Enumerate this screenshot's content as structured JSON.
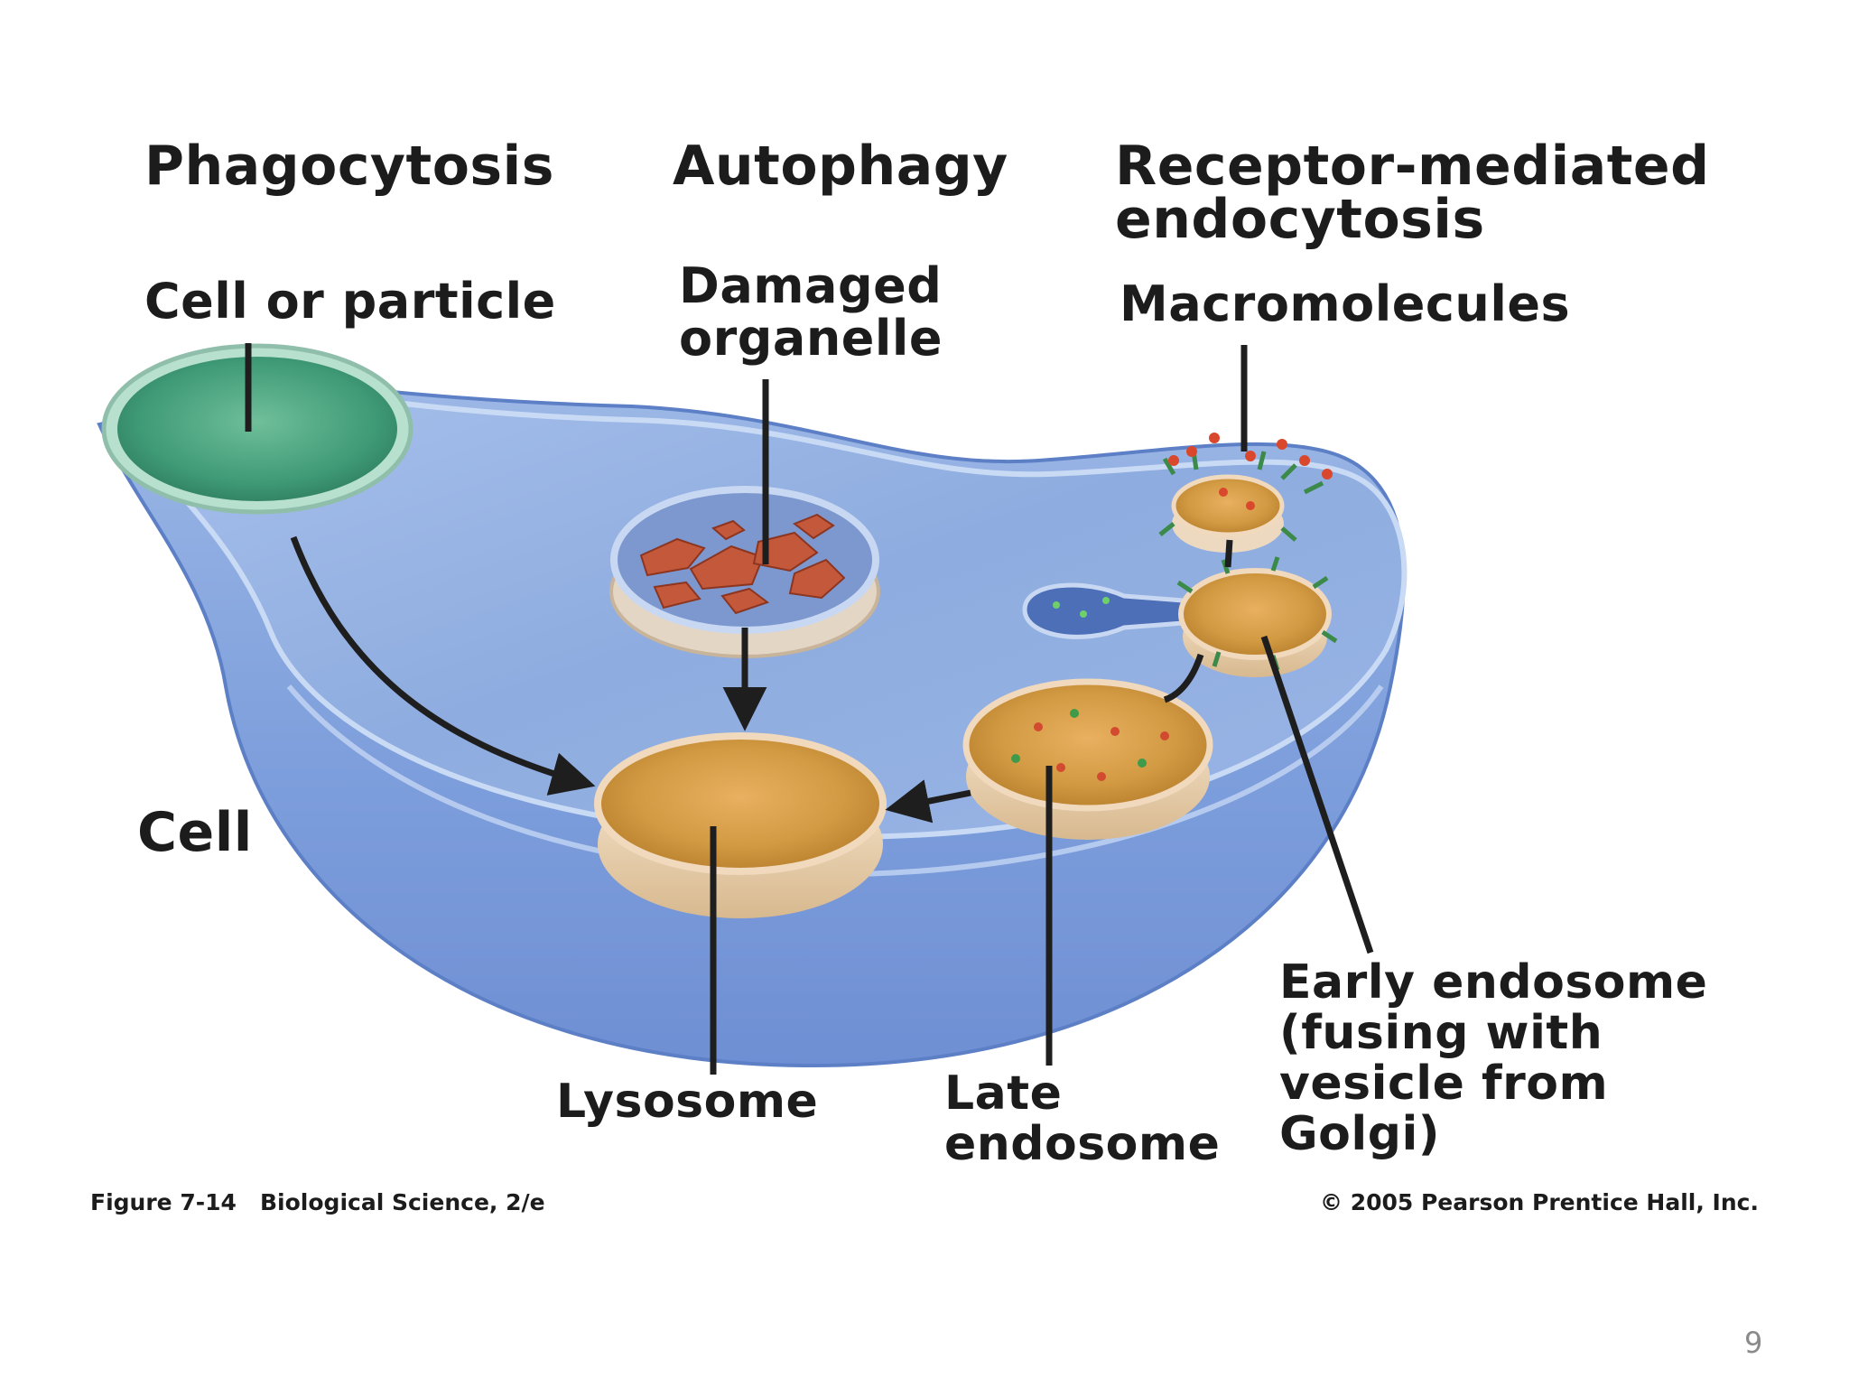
{
  "headings": {
    "phagocytosis": "Phagocytosis",
    "autophagy": "Autophagy",
    "receptor_line1": "Receptor-mediated",
    "receptor_line2": "endocytosis"
  },
  "labels": {
    "cell_or_particle": "Cell or particle",
    "damaged_line1": "Damaged",
    "damaged_line2": "organelle",
    "macromolecules": "Macromolecules",
    "cell": "Cell",
    "lysosome": "Lysosome",
    "late_line1": "Late",
    "late_line2": "endosome",
    "early_line1": "Early endosome",
    "early_line2": "(fusing with",
    "early_line3": "vesicle from",
    "early_line4": "Golgi)"
  },
  "footer": {
    "figure_caption": "Figure 7-14   Biological Science, 2/e",
    "copyright": "© 2005 Pearson Prentice Hall, Inc.",
    "page_number": "9"
  }
}
